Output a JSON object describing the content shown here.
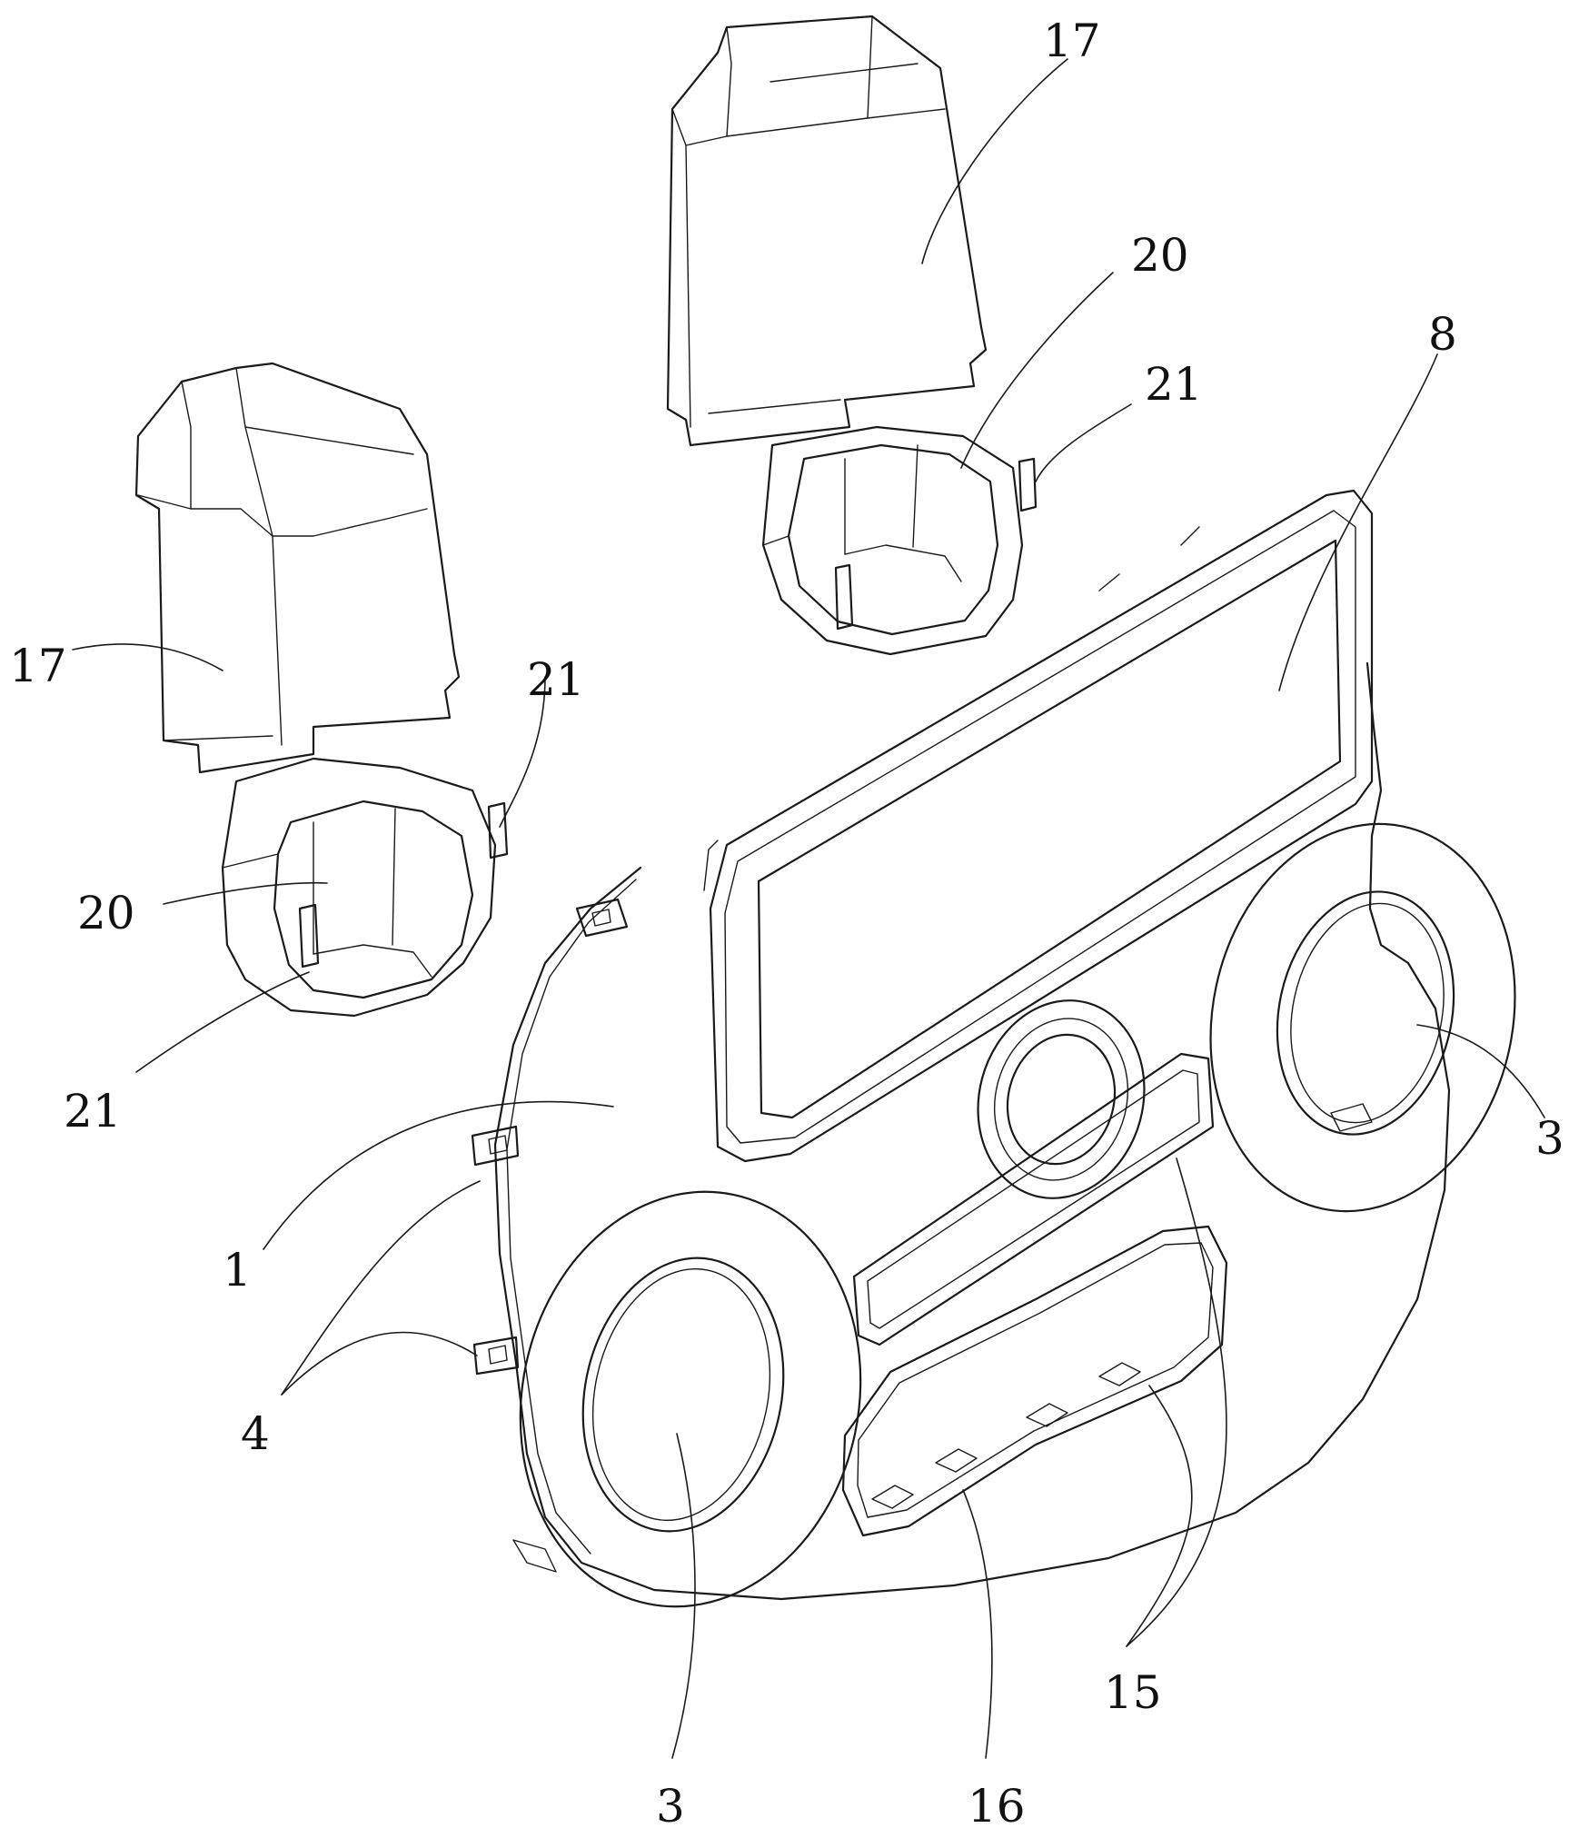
{
  "labels": {
    "l17_top": "17",
    "l17_left": "17",
    "l20_top": "20",
    "l20_left": "20",
    "l21_top": "21",
    "l21_left_upper": "21",
    "l21_left_lower": "21",
    "l8": "8",
    "l3_right": "3",
    "l3_bottom": "3",
    "l1": "1",
    "l4": "4",
    "l15": "15",
    "l16": "16"
  }
}
